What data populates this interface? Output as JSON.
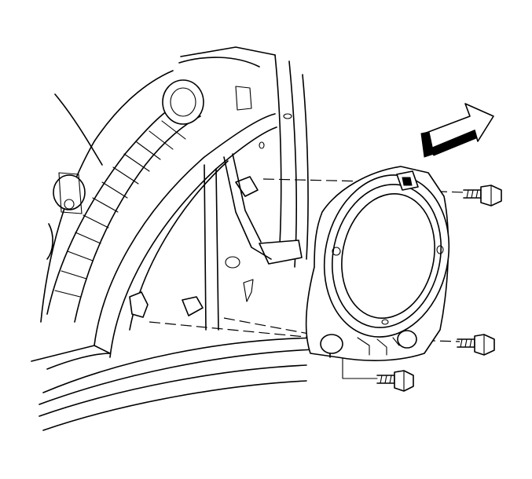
{
  "diagram": {
    "parts": [
      {
        "id": "door-inner-panel",
        "icon": "door-panel-outline"
      },
      {
        "id": "wiring-harness",
        "icon": "wrapped-harness"
      },
      {
        "id": "speaker-bracket",
        "icon": "speaker-bracket"
      },
      {
        "id": "speaker",
        "icon": "round-speaker"
      },
      {
        "id": "bolt-upper",
        "icon": "hex-bolt"
      },
      {
        "id": "bolt-lower-right",
        "icon": "hex-bolt"
      },
      {
        "id": "bolt-bottom",
        "icon": "hex-bolt"
      },
      {
        "id": "front-arrow",
        "icon": "direction-arrow"
      }
    ],
    "colors": {
      "line": "#000000",
      "background": "#ffffff"
    }
  }
}
